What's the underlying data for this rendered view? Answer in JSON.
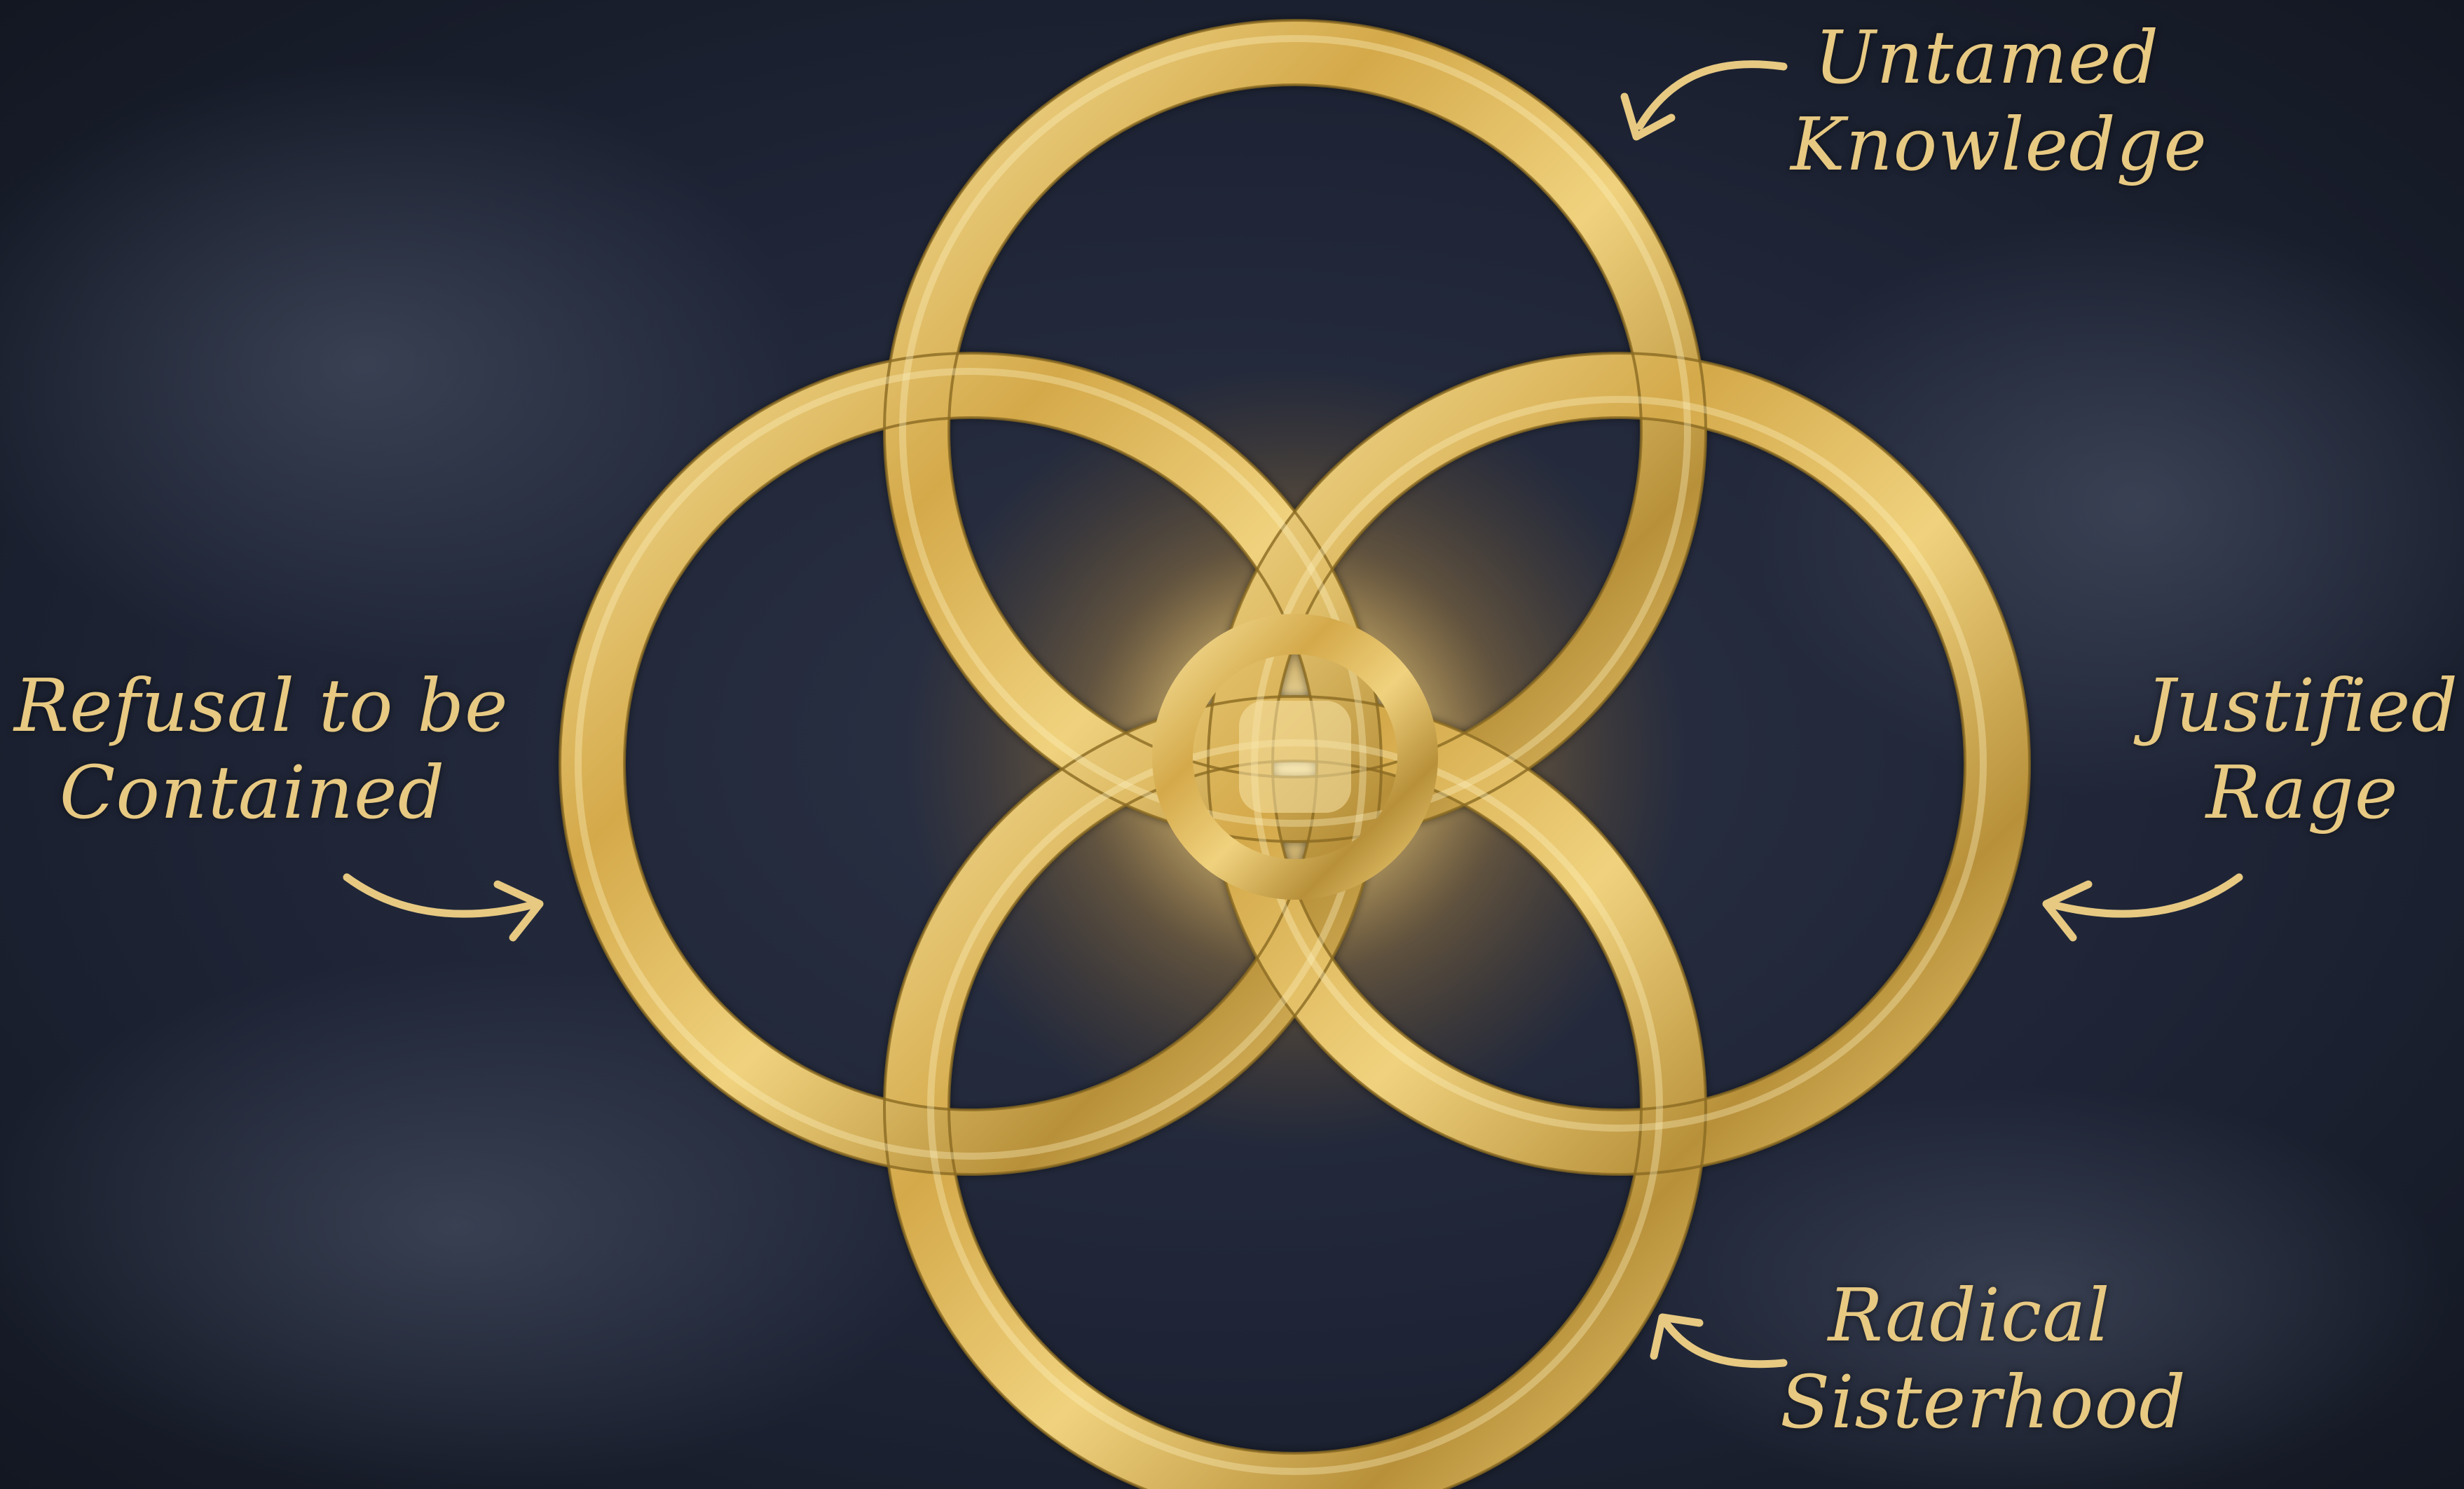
{
  "diagram": {
    "labels": {
      "top": [
        "Untamed",
        "Knowledge"
      ],
      "left": [
        "Refusal to be",
        "Contained"
      ],
      "right": [
        "Justified",
        "Rage"
      ],
      "bottom": [
        "Radical",
        "Sisterhood"
      ]
    },
    "colors": {
      "background": "#1a2030",
      "gold": "#d9b254",
      "gold_light": "#f3dc93",
      "gold_dark": "#9a7a2c",
      "label_text": "#e7c982",
      "glow_center": "#fff2c0"
    }
  }
}
